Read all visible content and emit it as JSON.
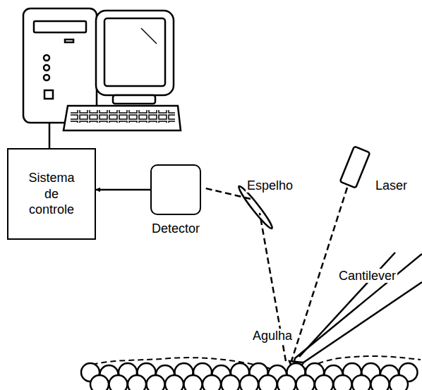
{
  "diagram": {
    "nodes": [
      {
        "text": [
          "Sistema de controle"
        ]
      },
      {
        "text": [
          "Detector"
        ]
      }
    ],
    "edges": [
      {
        "from": 1,
        "to": 0,
        "arrow": "to"
      }
    ],
    "labels": [
      "Espelho",
      "Laser",
      "Cantilever",
      "Agulha"
    ]
  }
}
